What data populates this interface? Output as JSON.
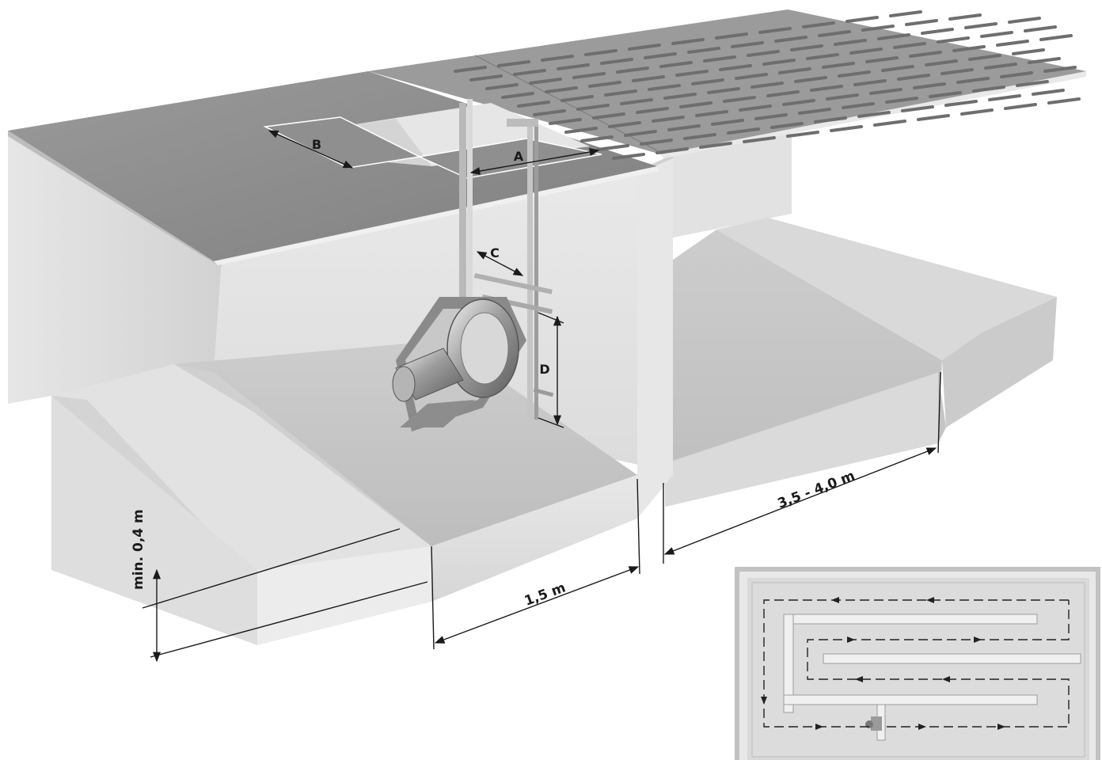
{
  "labels": {
    "A": "A",
    "B": "B",
    "C": "C",
    "D": "D"
  },
  "dimensions": {
    "depth_min": "min. 0,4 m",
    "width_channel": "1,5 m",
    "length_section": "3,5 - 4,0 m"
  },
  "colors": {
    "concrete_top": "#8e8e8e",
    "concrete_light": "#e4e4e4",
    "concrete_mid": "#cfcfcf",
    "concrete_dark": "#b3b3b3",
    "ink": "#1a1a1a"
  }
}
